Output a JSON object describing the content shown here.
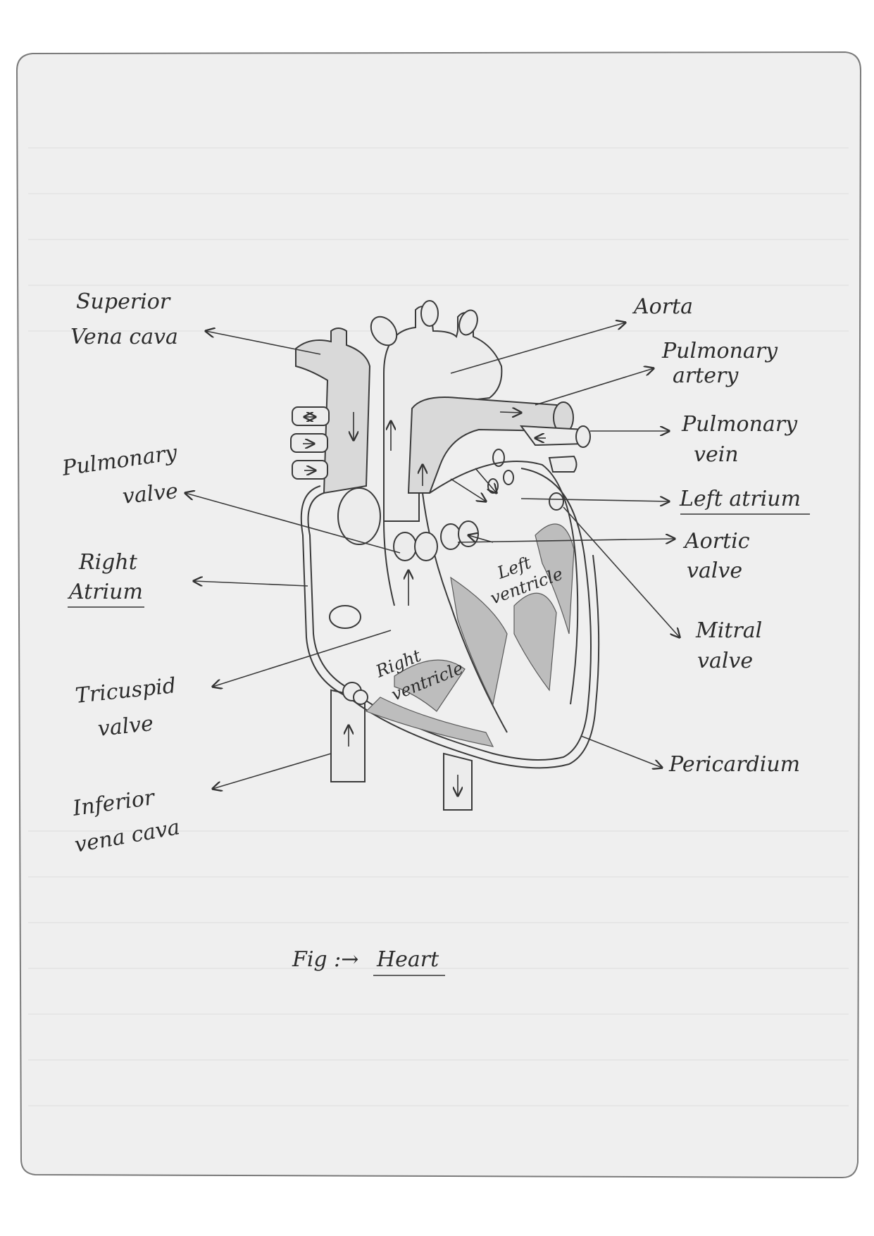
{
  "labels": {
    "superior_vena_cava_1": "Superior",
    "superior_vena_cava_2": "Vena cava",
    "aorta": "Aorta",
    "pulmonary_artery_1": "Pulmonary",
    "pulmonary_artery_2": "artery",
    "pulmonary_vein_1": "Pulmonary",
    "pulmonary_vein_2": "vein",
    "left_atrium": "Left atrium",
    "aortic_valve_1": "Aortic",
    "aortic_valve_2": "valve",
    "mitral_valve_1": "Mitral",
    "mitral_valve_2": "valve",
    "pericardium": "Pericardium",
    "pulmonary_valve_1": "Pulmonary",
    "pulmonary_valve_2": "valve",
    "right_atrium_1": "Right",
    "right_atrium_2": "Atrium",
    "tricuspid_valve_1": "Tricuspid",
    "tricuspid_valve_2": "valve",
    "inferior_vena_cava_1": "Inferior",
    "inferior_vena_cava_2": "vena cava",
    "left_ventricle_1": "Left",
    "left_ventricle_2": "ventricle",
    "right_ventricle_1": "Right",
    "right_ventricle_2": "ventricle"
  },
  "caption": {
    "prefix": "Fig :→",
    "title": "Heart"
  },
  "colors": {
    "paper": "#efefef",
    "ink": "#2c2c2c",
    "shade": "#bdbdbd"
  }
}
